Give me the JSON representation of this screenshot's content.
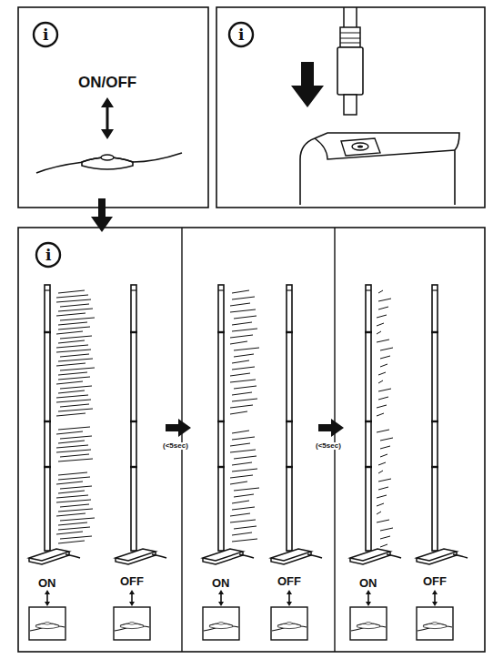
{
  "diagram": {
    "labels": [
      "i",
      "ON/OFF",
      "i",
      "i",
      "ON",
      "OFF",
      "(<5sec)",
      "ON",
      "OFF",
      "(<5sec)",
      "ON",
      "OFF"
    ]
  }
}
